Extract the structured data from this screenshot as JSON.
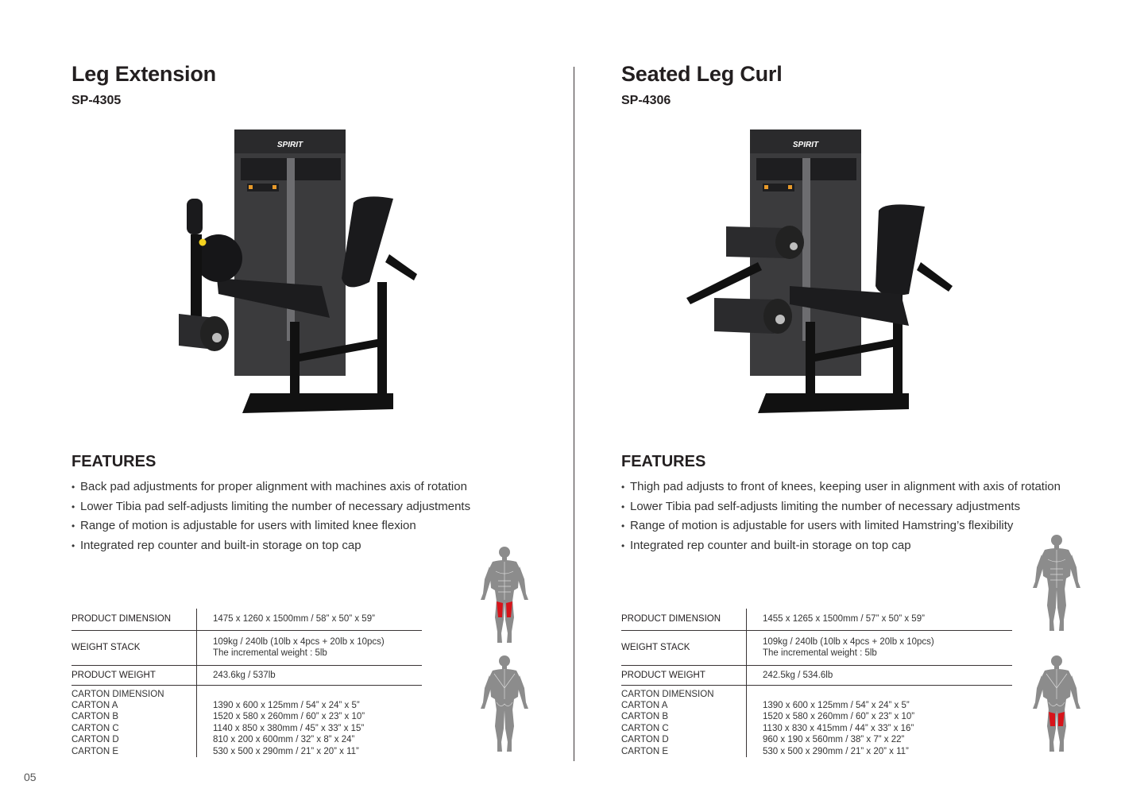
{
  "page": {
    "number": "05"
  },
  "products": [
    {
      "title": "Leg Extension",
      "model": "SP-4305",
      "brand_on_machine": "SPIRIT",
      "features_heading": "FEATURES",
      "features": [
        "Back pad adjustments for proper alignment with machines axis of rotation",
        "Lower Tibia pad self-adjusts limiting the number of necessary adjustments",
        "Range of motion is adjustable for users with limited knee flexion",
        "Integrated rep counter and built-in storage on top cap"
      ],
      "specs": {
        "product_dimension_label": "PRODUCT DIMENSION",
        "product_dimension": "1475 x 1260 x 1500mm / 58” x 50” x 59”",
        "weight_stack_label": "WEIGHT STACK",
        "weight_stack": "109kg / 240lb (10lb x 4pcs + 20lb x 10pcs)",
        "weight_stack_increment": "The incremental weight : 5lb",
        "product_weight_label": "PRODUCT WEIGHT",
        "product_weight": "243.6kg / 537lb",
        "carton_dimension_label": "CARTON DIMENSION",
        "cartons": [
          {
            "label": "CARTON A",
            "value": "1390 x 600 x 125mm / 54” x 24” x 5”"
          },
          {
            "label": "CARTON B",
            "value": "1520 x 580 x 260mm / 60” x 23” x 10”"
          },
          {
            "label": "CARTON C",
            "value": "1140 x 850 x 380mm / 45” x 33” x 15”"
          },
          {
            "label": "CARTON D",
            "value": "810 x 200 x 600mm / 32” x 8” x 24”"
          },
          {
            "label": "CARTON E",
            "value": "530 x 500 x 290mm /  21” x 20” x 11”"
          }
        ]
      },
      "muscle_highlight": {
        "front": "quadriceps",
        "back": "none",
        "color": "#d7141a"
      }
    },
    {
      "title": "Seated Leg Curl",
      "model": "SP-4306",
      "brand_on_machine": "SPIRIT",
      "features_heading": "FEATURES",
      "features": [
        "Thigh pad adjusts to front of knees, keeping user in alignment with axis of rotation",
        "Lower Tibia pad self-adjusts limiting the number of necessary adjustments",
        "Range of motion is adjustable for users with limited Hamstring’s flexibility",
        "Integrated rep counter and built-in storage on top cap"
      ],
      "specs": {
        "product_dimension_label": "PRODUCT DIMENSION",
        "product_dimension": "1455 x 1265 x 1500mm / 57” x 50” x 59”",
        "weight_stack_label": "WEIGHT STACK",
        "weight_stack": "109kg / 240lb (10lb x 4pcs + 20lb x 10pcs)",
        "weight_stack_increment": "The incremental weight : 5lb",
        "product_weight_label": "PRODUCT WEIGHT",
        "product_weight": "242.5kg / 534.6lb",
        "carton_dimension_label": "CARTON DIMENSION",
        "cartons": [
          {
            "label": "CARTON A",
            "value": "1390 x 600 x 125mm / 54” x 24” x 5”"
          },
          {
            "label": "CARTON B",
            "value": "1520 x 580 x 260mm / 60” x 23” x 10”"
          },
          {
            "label": "CARTON C",
            "value": "1130 x 830 x 415mm / 44” x 33” x 16”"
          },
          {
            "label": "CARTON D",
            "value": "960 x 190 x 560mm / 38” x 7” x 22”"
          },
          {
            "label": "CARTON E",
            "value": "530 x 500 x 290mm / 21” x 20” x 11”"
          }
        ]
      },
      "muscle_highlight": {
        "front": "none",
        "back": "hamstrings",
        "color": "#d7141a"
      }
    }
  ]
}
